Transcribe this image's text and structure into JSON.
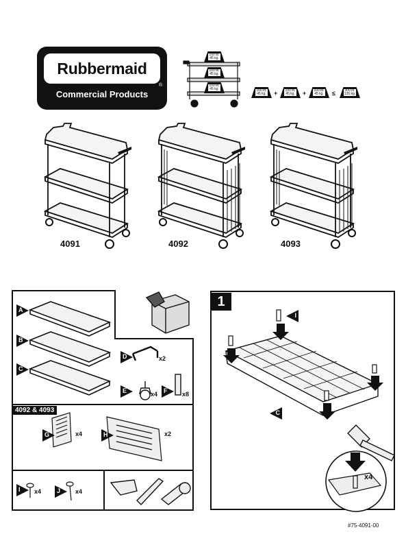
{
  "logo": {
    "brand": "Rubbermaid",
    "subtitle": "Commercial Products",
    "reg_mark": "®"
  },
  "load": {
    "shelf_weights": [
      {
        "lb": "100 lb.",
        "kg": "45 kg."
      },
      {
        "lb": "100 lb.",
        "kg": "45 kg."
      },
      {
        "lb": "100 lb.",
        "kg": "45 kg."
      }
    ],
    "equation": {
      "terms": [
        {
          "lb": "100 lb.",
          "kg": "45 kg."
        },
        {
          "lb": "100 lb.",
          "kg": "45 kg."
        },
        {
          "lb": "100 lb.",
          "kg": "45 kg."
        }
      ],
      "plus": "+",
      "lte": "≤",
      "total": {
        "lb": "300 lb.",
        "kg": "135 kg."
      }
    }
  },
  "models": [
    "4091",
    "4092",
    "4093"
  ],
  "parts": {
    "shelf_a": "A",
    "shelf_b": "B",
    "shelf_c": "C",
    "d": {
      "label": "D",
      "qty": "x2"
    },
    "e": {
      "label": "E",
      "qty": "x4"
    },
    "f": {
      "label": "F",
      "qty": "x8"
    },
    "section_title": "4092 & 4093",
    "g": {
      "label": "G",
      "qty": "x4"
    },
    "h": {
      "label": "H",
      "qty": "x2"
    },
    "i": {
      "label": "I",
      "qty": "x4"
    },
    "j": {
      "label": "J",
      "qty": "x4"
    }
  },
  "step": {
    "number": "1",
    "label_i": "I",
    "label_c": "C",
    "detail_qty": "x4"
  },
  "footer": {
    "doc_id": "#75-4091-00"
  }
}
